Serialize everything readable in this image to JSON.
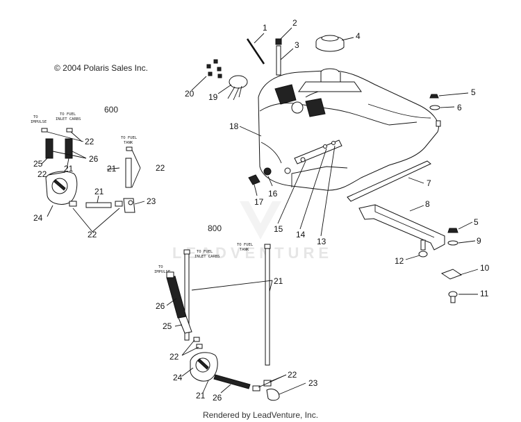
{
  "copyright": "© 2004 Polaris Sales Inc.",
  "footer": "Rendered by LeadVenture, Inc.",
  "watermark": "LEADVENTURE",
  "variants": {
    "v600": "600",
    "v800": "800"
  },
  "small_labels": {
    "to_impulse": [
      "TO",
      "IMPULSE"
    ],
    "to_fuel_inlet_carbs": [
      "TO FUEL",
      "INLET CARBS"
    ],
    "to_fuel_tank": [
      "TO FUEL",
      "TANK"
    ]
  },
  "callouts": {
    "c1": "1",
    "c2": "2",
    "c3": "3",
    "c4": "4",
    "c5a": "5",
    "c5b": "5",
    "c6": "6",
    "c7": "7",
    "c8": "8",
    "c9": "9",
    "c10": "10",
    "c11": "11",
    "c12": "12",
    "c13": "13",
    "c14": "14",
    "c15": "15",
    "c16": "16",
    "c17": "17",
    "c18": "18",
    "c19": "19",
    "c20": "20",
    "l600_22a": "22",
    "l600_26": "26",
    "l600_25": "25",
    "l600_21a": "21",
    "l600_22b": "22",
    "l600_22c": "22",
    "l600_21b": "21",
    "l600_21c": "21",
    "l600_23": "23",
    "l600_24": "24",
    "l600_22d": "22",
    "l800_21": "21",
    "l800_26a": "26",
    "l800_25": "25",
    "l800_22a": "22",
    "l800_24": "24",
    "l800_22b": "22",
    "l800_21b": "21",
    "l800_26b": "26",
    "l800_23": "23"
  }
}
